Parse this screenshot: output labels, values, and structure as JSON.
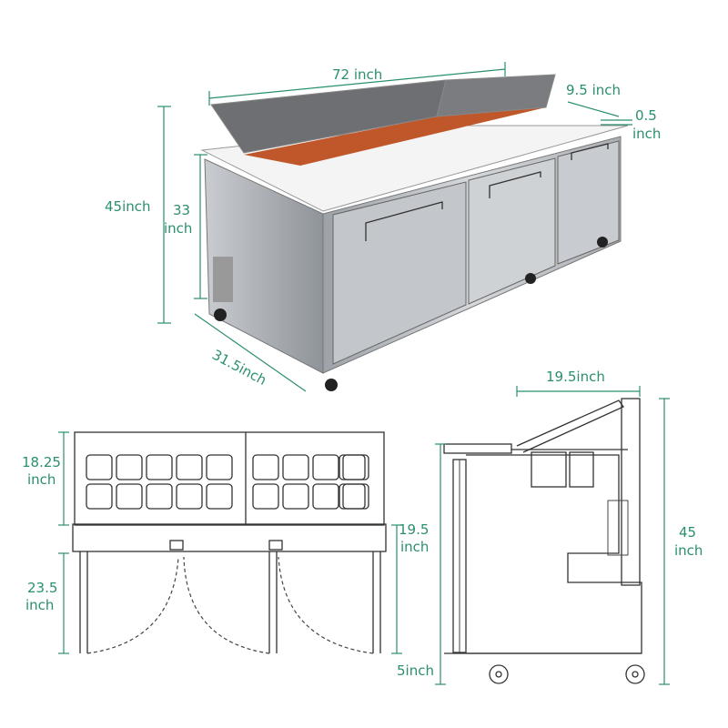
{
  "labels": {
    "width_top": "72 inch",
    "lid_depth": "9.5 inch",
    "lid_thickness_value": "0.5",
    "lid_thickness_unit": "inch",
    "total_height": "45inch",
    "cabinet_height_value": "33",
    "cabinet_height_unit": "inch",
    "depth": "31.5inch",
    "side_top_depth": "19.5inch",
    "lid_height_value": "18.25",
    "lid_height_unit": "inch",
    "cabinet_front_value": "19.5",
    "cabinet_front_unit": "inch",
    "door_height_value": "23.5",
    "door_height_unit": "inch",
    "side_height_value": "45",
    "side_height_unit": "inch",
    "caster_height": "5inch"
  },
  "colors": {
    "dimension": "#2a8f6f",
    "steel": "#b9bdc2",
    "counter": "#f4f4f4"
  }
}
